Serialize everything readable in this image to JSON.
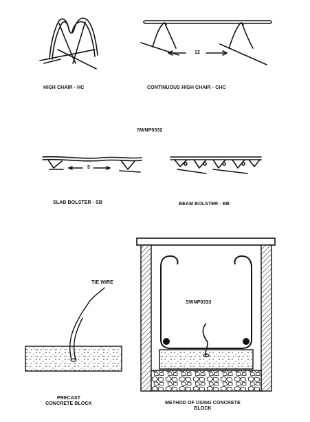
{
  "top": {
    "high_chair_label": "HIGH CHAIR - HC",
    "continuous_label": "CONTINUOUS HIGH CHAIR  - CHC",
    "continuous_spacing": "12",
    "figure_code": "SWNP0332"
  },
  "middle": {
    "slab_bolster_label": "SLAB BOLSTER - SB",
    "slab_bolster_spacing": "5",
    "beam_bolster_label": "BEAM BOLSTER - BB"
  },
  "bottom": {
    "tie_wire_label": "TIE WIRE",
    "precast_line1": "PRECAST",
    "precast_line2": "CONCRETE BLOCK",
    "method_line1": "METHOD OF USING CONCRETE",
    "method_line2": "BLOCK",
    "figure_code": "SWNP0333"
  },
  "colors": {
    "line": "#111111",
    "paper": "#ffffff"
  }
}
